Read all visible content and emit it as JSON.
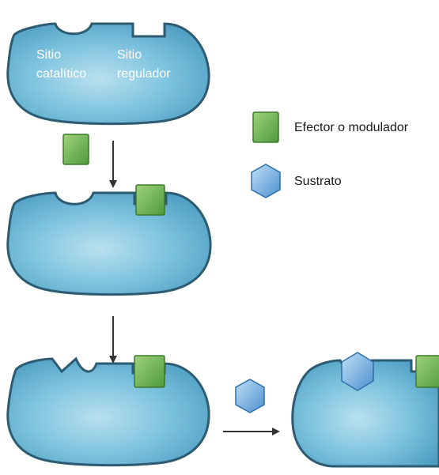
{
  "labels": {
    "catalytic_site_line1": "Sitio",
    "catalytic_site_line2": "catalítico",
    "regulatory_site_line1": "Sitio",
    "regulatory_site_line2": "regulador"
  },
  "legend": {
    "effector": "Efector o modulador",
    "substrate": "Sustrato"
  },
  "colors": {
    "enzyme_fill": "#6bb8d6",
    "enzyme_light": "#a7d8eb",
    "enzyme_edge": "#2c5b72",
    "effector_fill": "#5aa646",
    "effector_light": "#8fca6b",
    "substrate_fill": "#5a9fd9",
    "substrate_light": "#a9d2f2",
    "arrow": "#333333"
  }
}
